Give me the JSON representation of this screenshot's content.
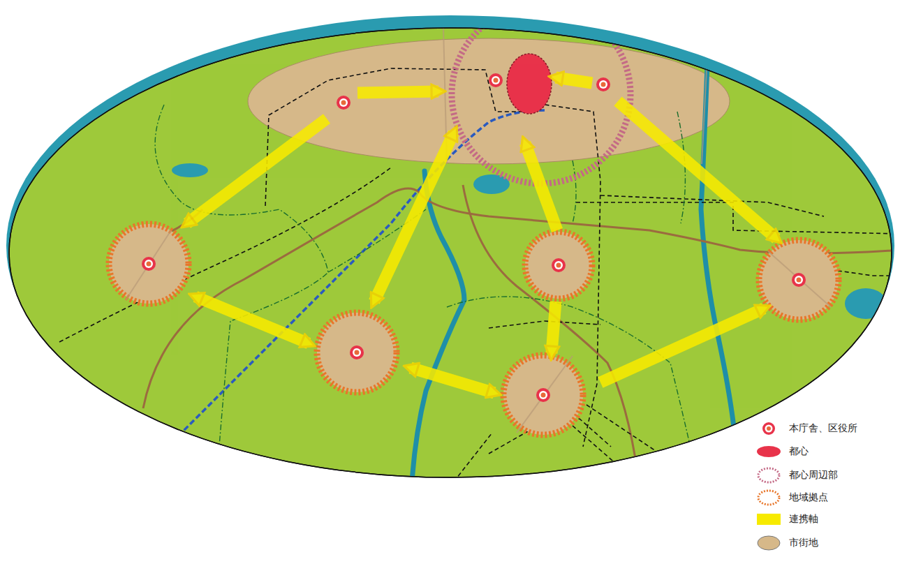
{
  "diagram": {
    "legend": [
      {
        "text": "本庁舎、区役所"
      },
      {
        "text": "都心",
        "color": "#e8334a"
      },
      {
        "text": "都心周辺部"
      },
      {
        "text": "地域拠点"
      },
      {
        "text": "連携軸",
        "color": "#f7ea00"
      },
      {
        "text": "市街地",
        "color": "#d6b889"
      }
    ]
  }
}
